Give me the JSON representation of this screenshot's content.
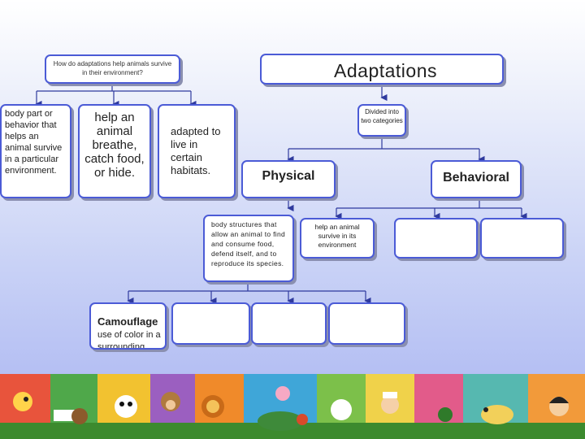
{
  "question": "How do adaptations help animals survive in their environment?",
  "title": "Adaptations",
  "definition": "body part or behavior that helps an animal survive in a particular environment.",
  "help": "help an animal breathe, catch food, or hide.",
  "habitats": "adapted to live in certain habitats.",
  "divided": "Divided into two categories",
  "physical": {
    "label": "Physical",
    "description": "body structures that allow an animal to find and consume food, defend itself, and to reproduce its species."
  },
  "behavioral": {
    "label": "Behavioral",
    "description": "help an animal survive in its environment"
  },
  "camouflage": {
    "label": "Camouflage",
    "description": "use of color in a surrounding"
  },
  "colors": {
    "box_border": "#4b5bd6",
    "connector": "#2f3a9e"
  }
}
